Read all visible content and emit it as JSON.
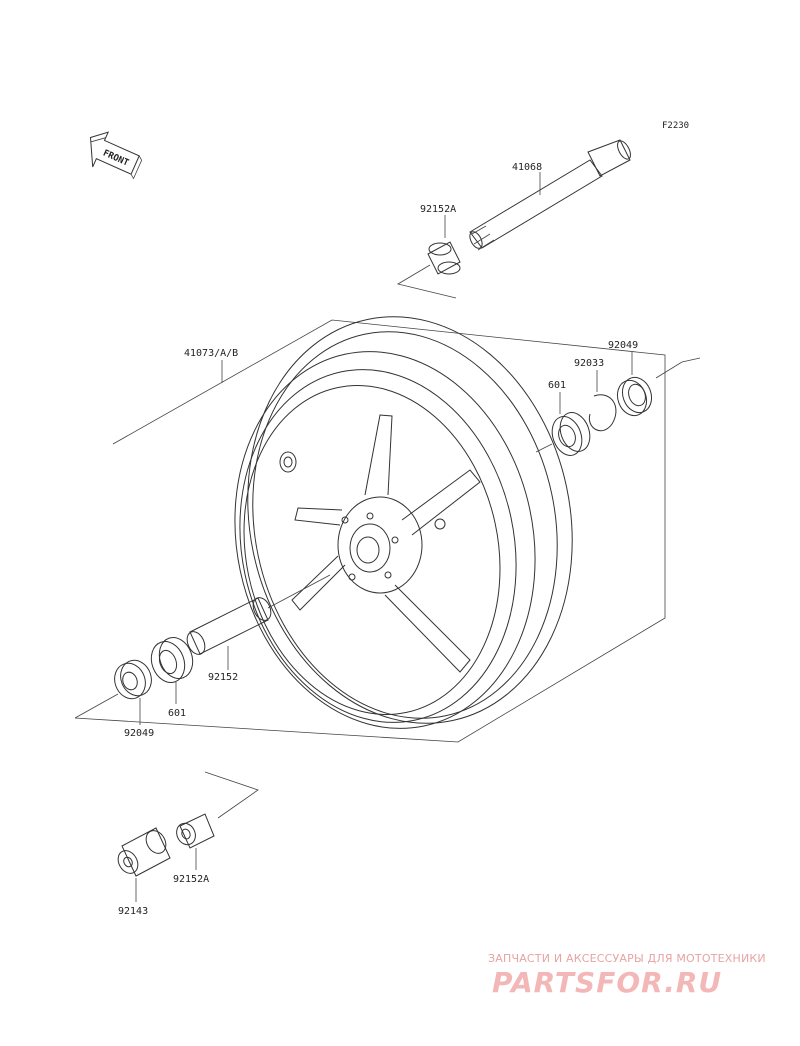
{
  "diagram": {
    "ref_code": "F2230",
    "front_arrow_text": "FRONT",
    "labels": {
      "axle": "41068",
      "collar_top": "92152A",
      "wheel": "41073/A/B",
      "seal_right": "92049",
      "circlip": "92033",
      "bearing_right": "601",
      "spacer": "92152",
      "bearing_left": "601",
      "seal_left": "92049",
      "collar_bottom": "92152A",
      "sleeve": "92143"
    }
  },
  "watermark": {
    "tagline": "ЗАПЧАСТИ И АКСЕССУАРЫ ДЛЯ МОТОТЕХНИКИ",
    "brand": "PARTSFOR.RU"
  }
}
